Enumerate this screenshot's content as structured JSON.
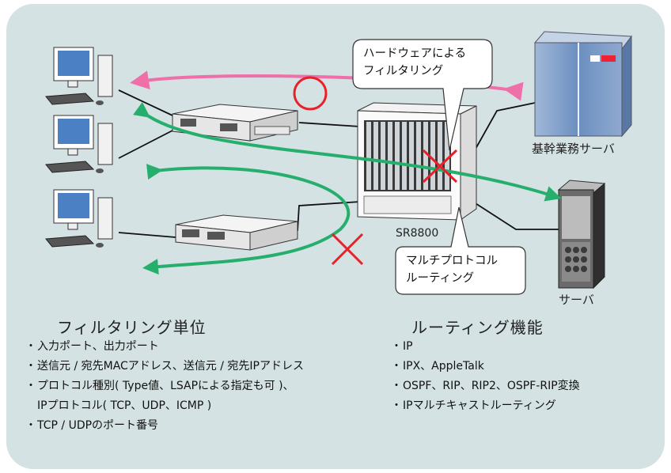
{
  "labels": {
    "core_server": "基幹業務サーバ",
    "server": "サーバ",
    "switch": "SR8800"
  },
  "callouts": {
    "hardware": [
      "ハードウェアによる",
      "フィルタリング"
    ],
    "routing": [
      "マルチプロトコル",
      "ルーティング"
    ]
  },
  "filtering": {
    "title": "フィルタリング単位",
    "items": [
      "入力ポート、出力ポート",
      "送信元 / 宛先MACアドレス、送信元 / 宛先IPアドレス",
      "プロトコル種別( Type値、LSAPによる指定も可 )、",
      "IPプロトコル( TCP、UDP、ICMP )",
      "TCP / UDPのポート番号"
    ]
  },
  "routing": {
    "title": "ルーティング機能",
    "items": [
      "IP",
      "IPX、AppleTalk",
      "OSPF、RIP、RIP2、OSPF-RIP変換",
      "IPマルチキャストルーティング"
    ]
  },
  "colors": {
    "background": "#d4e2e3",
    "pink_arrow": "#ef6fa8",
    "green_arrow": "#26ae6c",
    "red_mark": "#e8202a"
  },
  "icons": [
    "pc-icon",
    "l2-switch-icon",
    "chassis-router-icon",
    "mainframe-server-icon",
    "tower-server-icon",
    "allow-circle-icon",
    "deny-cross-icon"
  ]
}
